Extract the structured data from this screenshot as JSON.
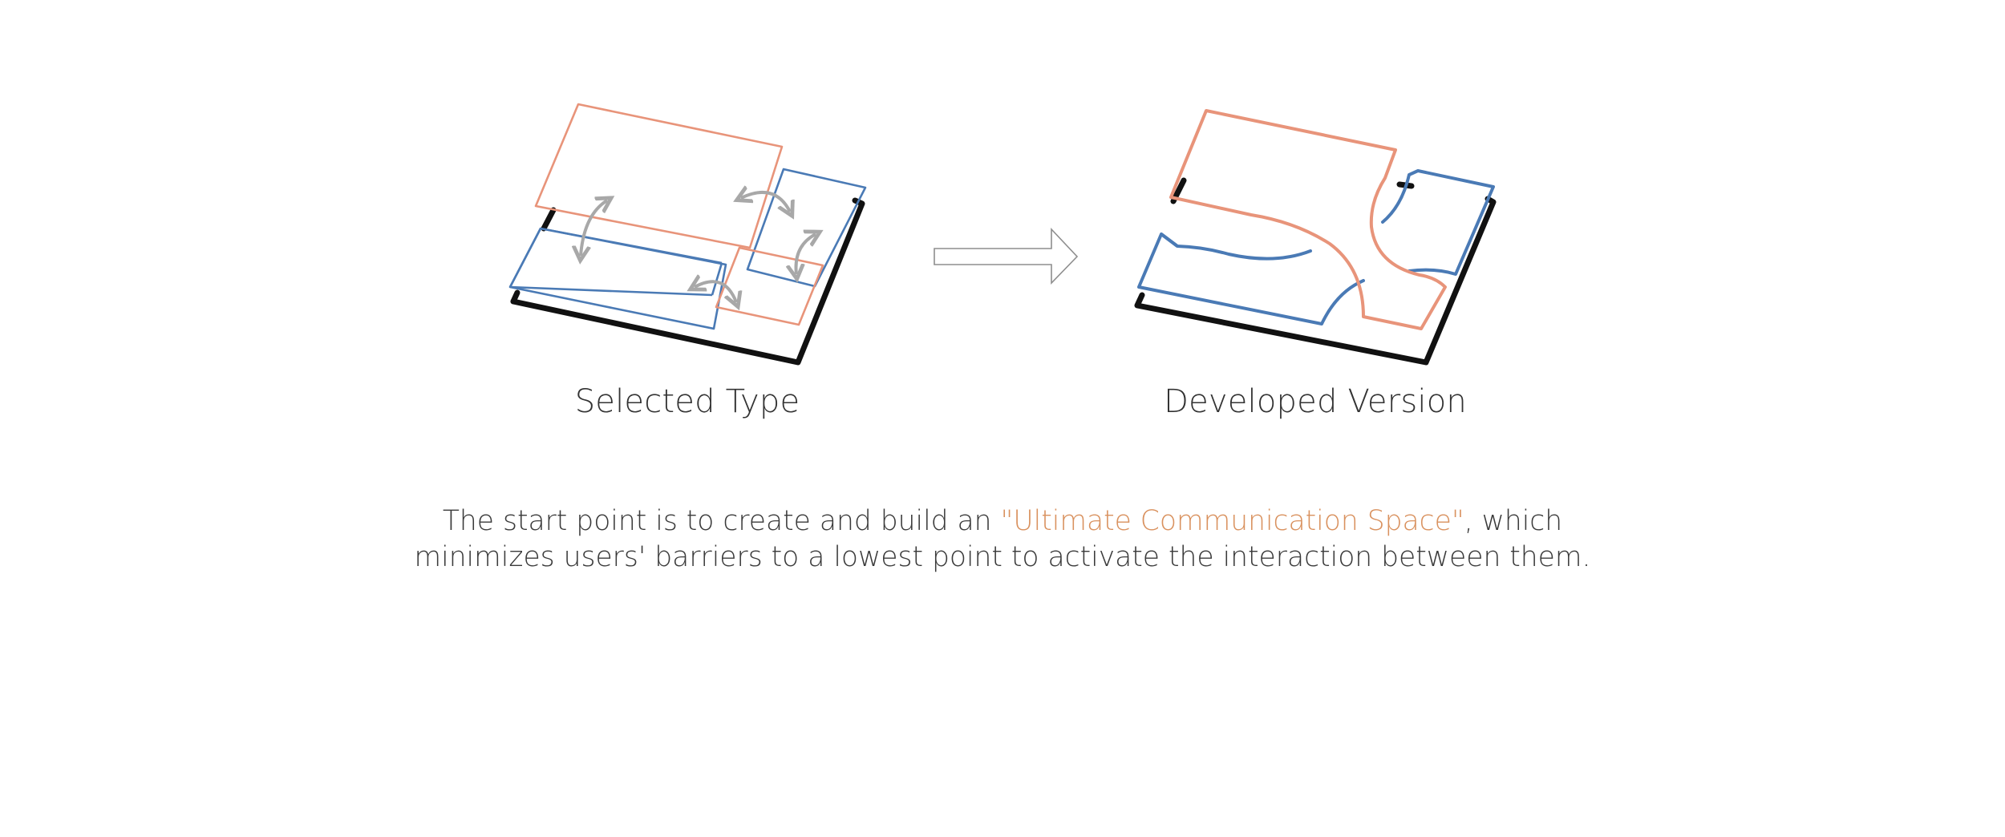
{
  "diagram": {
    "left_label": "Selected Type",
    "right_label": "Developed Version",
    "arrow": "right-arrow-icon"
  },
  "description": {
    "line1_before": "The start point is to create and build an ",
    "line1_highlight": "\"Ultimate Communication Space\"",
    "line1_after": ", which",
    "line2": "minimizes users' barriers to a lowest point to activate the interaction between them."
  },
  "colors": {
    "orange": "#e8947a",
    "blue": "#4a7ab5",
    "black": "#111111",
    "gray": "#a8a8a8",
    "highlight": "#d9915e",
    "text": "#333333"
  }
}
